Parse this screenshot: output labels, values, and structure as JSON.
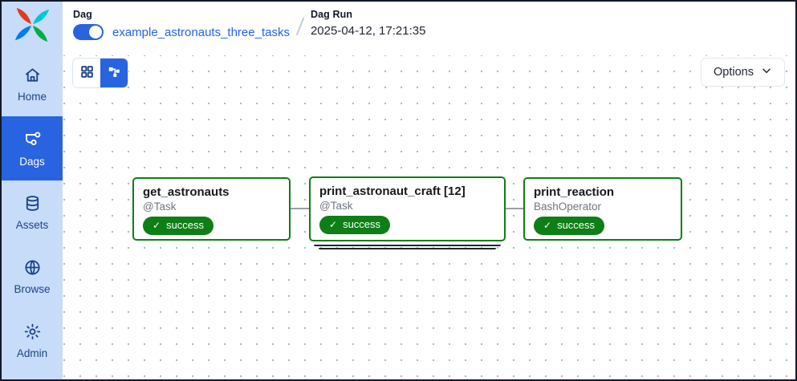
{
  "app": {
    "name": "Airflow"
  },
  "colors": {
    "accent_blue": "#2863e0",
    "link_blue": "#2563eb",
    "sidebar_bg": "#c7dcf8",
    "sidebar_text": "#1d4289",
    "success_green": "#0e7e17",
    "edge_gray": "#9aa0a6",
    "frame_border": "#101828"
  },
  "sidebar": {
    "logo_icon": "airflow-pinwheel-logo",
    "items": [
      {
        "label": "Home",
        "icon": "home-icon",
        "active": false
      },
      {
        "label": "Dags",
        "icon": "dags-graph-icon",
        "active": true
      },
      {
        "label": "Assets",
        "icon": "database-icon",
        "active": false
      },
      {
        "label": "Browse",
        "icon": "globe-icon",
        "active": false
      },
      {
        "label": "Admin",
        "icon": "gear-icon",
        "active": false
      }
    ]
  },
  "header": {
    "dag_label": "Dag",
    "dag_toggle_on": true,
    "dag_name": "example_astronauts_three_tasks",
    "dag_run_label": "Dag Run",
    "dag_run_value": "2025-04-12, 17:21:35"
  },
  "toolbar": {
    "view_buttons": [
      {
        "name": "grid-view",
        "icon": "grid-icon",
        "active": false
      },
      {
        "name": "graph-view",
        "icon": "graph-icon",
        "active": true
      }
    ],
    "options_label": "Options",
    "options_icon": "chevron-down-icon"
  },
  "graph": {
    "nodes": [
      {
        "title": "get_astronauts",
        "subtitle": "@Task",
        "status_label": "success",
        "status_icon": "check-icon",
        "mapped": false
      },
      {
        "title": "print_astronaut_craft [12]",
        "subtitle": "@Task",
        "status_label": "success",
        "status_icon": "check-icon",
        "mapped": true
      },
      {
        "title": "print_reaction",
        "subtitle": "BashOperator",
        "status_label": "success",
        "status_icon": "check-icon",
        "mapped": false
      }
    ],
    "edges": [
      {
        "from": "get_astronauts",
        "to": "print_astronaut_craft"
      },
      {
        "from": "print_astronaut_craft",
        "to": "print_reaction"
      }
    ]
  }
}
